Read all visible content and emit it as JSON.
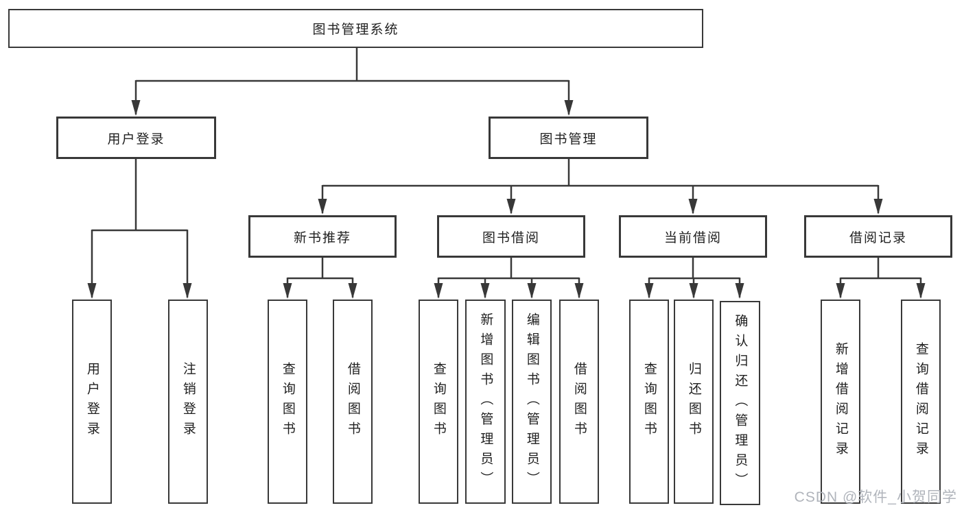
{
  "diagram": {
    "title_node": "图书管理系统",
    "colors": {
      "line": "#383838",
      "box_border": "#383838",
      "text": "#1f1f1f",
      "background": "#ffffff",
      "watermark": "#b0b4bb"
    },
    "tree": {
      "root": {
        "label": "图书管理系统"
      },
      "branches": [
        {
          "label": "用户登录",
          "children": [
            {
              "label": "用户登录"
            },
            {
              "label": "注销登录"
            }
          ]
        },
        {
          "label": "图书管理",
          "children": [
            {
              "label": "新书推荐",
              "children": [
                {
                  "label": "查询图书"
                },
                {
                  "label": "借阅图书"
                }
              ]
            },
            {
              "label": "图书借阅",
              "children": [
                {
                  "label": "查询图书"
                },
                {
                  "label": "新增图书（管理员）"
                },
                {
                  "label": "编辑图书（管理员）"
                },
                {
                  "label": "借阅图书"
                }
              ]
            },
            {
              "label": "当前借阅",
              "children": [
                {
                  "label": "查询图书"
                },
                {
                  "label": "归还图书"
                },
                {
                  "label": "确认归还（管理员）"
                }
              ]
            },
            {
              "label": "借阅记录",
              "children": [
                {
                  "label": "新增借阅记录"
                },
                {
                  "label": "查询借阅记录"
                }
              ]
            }
          ]
        }
      ]
    }
  },
  "watermark": {
    "text": "CSDN @软件_小贺同学"
  }
}
